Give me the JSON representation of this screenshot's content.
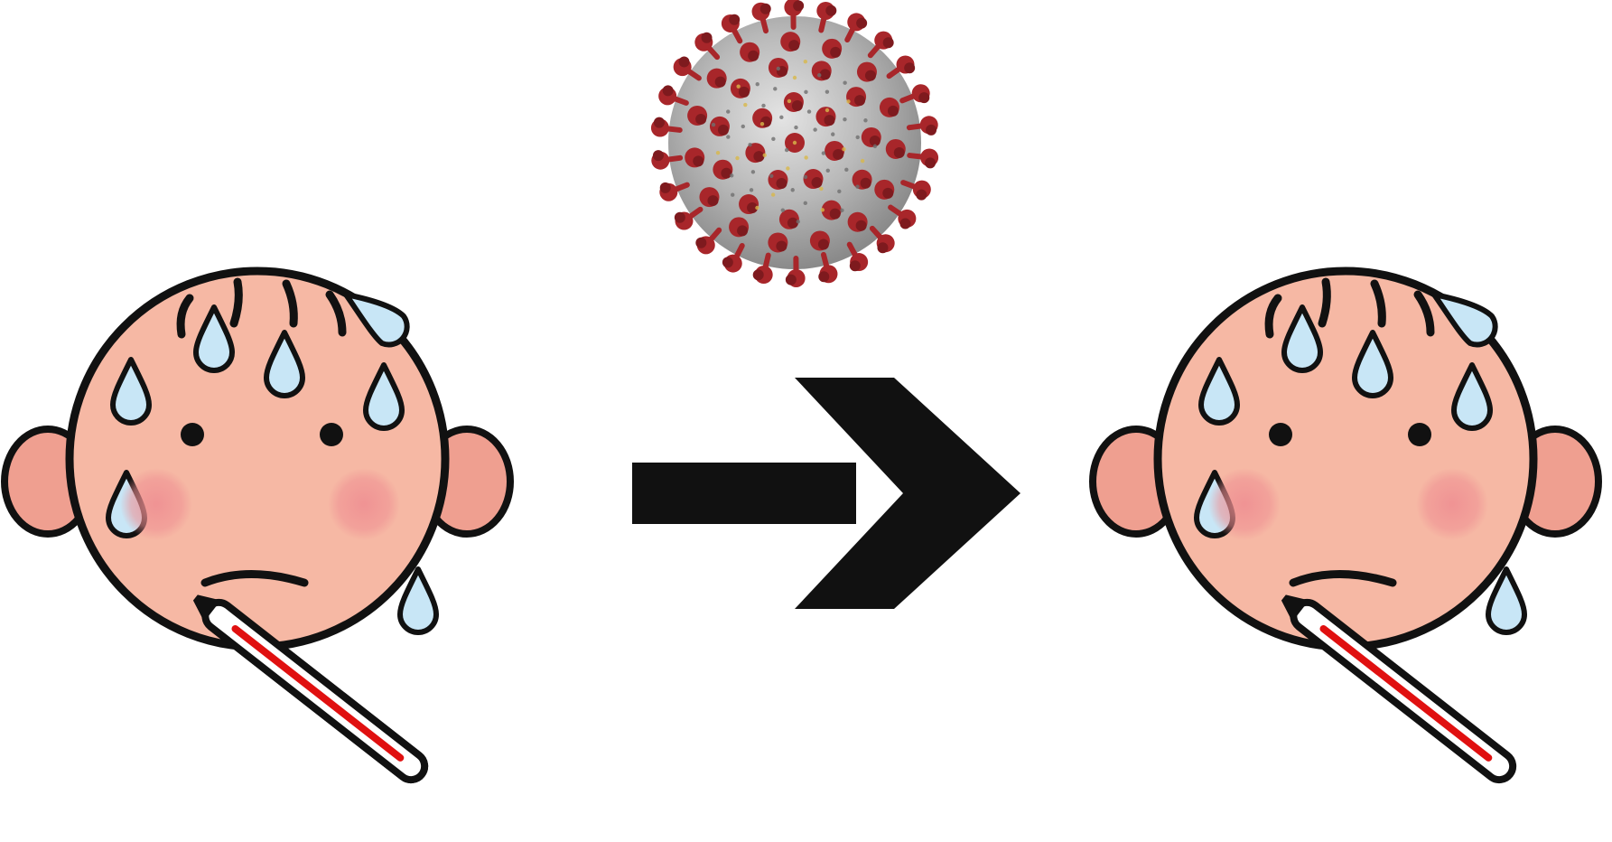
{
  "diagram": {
    "type": "pictogram-sequence",
    "flow": "left-to-right",
    "elements": [
      {
        "role": "source",
        "icon": "sick-child-with-thermometer-icon",
        "symptoms": [
          "sweat-drops",
          "flushed-cheeks",
          "thermometer"
        ]
      },
      {
        "role": "cause",
        "icon": "coronavirus-icon"
      },
      {
        "role": "transition",
        "icon": "right-arrow-icon"
      },
      {
        "role": "result",
        "icon": "sick-child-with-thermometer-icon",
        "symptoms": [
          "sweat-drops",
          "flushed-cheeks",
          "thermometer"
        ]
      }
    ]
  },
  "colors": {
    "background": "#ffffff",
    "outline": "#111111",
    "skin": "#f6b8a4",
    "ear": "#ef9f90",
    "cheek": "#ef8f92",
    "sweat": "#c8e6f6",
    "thermometer_fill": "#e01010",
    "virus_body": "#b9b9b9",
    "virus_spike": "#a8262a",
    "arrow": "#111111"
  }
}
